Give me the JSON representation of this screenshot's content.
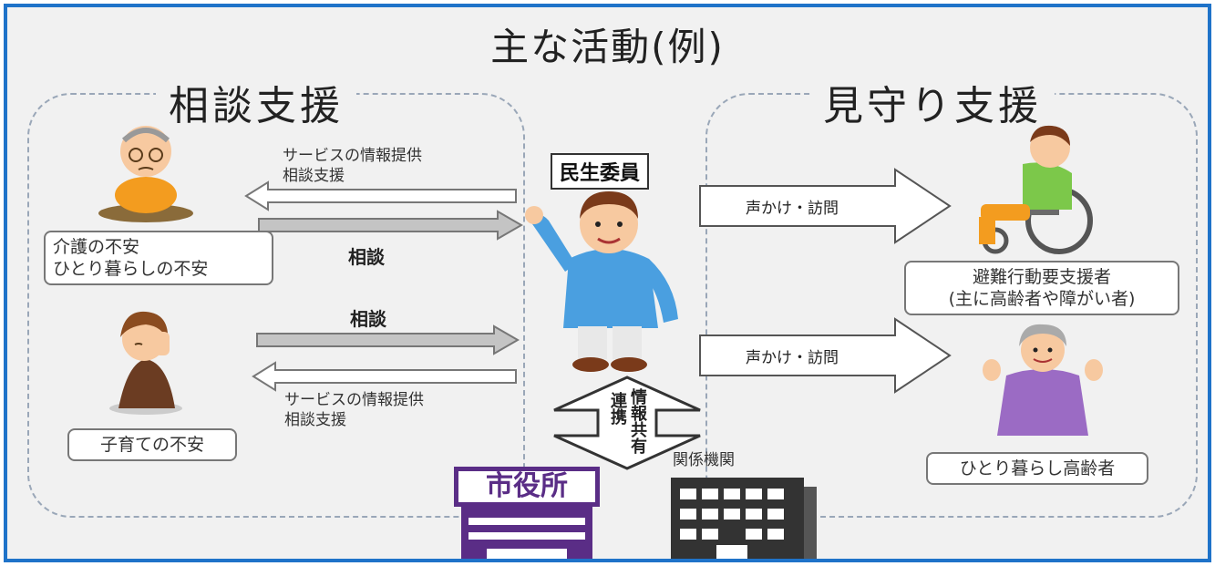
{
  "title": "主な活動(例)",
  "sections": {
    "left": "相談支援",
    "right": "見守り支援"
  },
  "center": {
    "role": "民生委員"
  },
  "left_panel": {
    "top_arrow_text_1": "サービスの情報提供",
    "top_arrow_text_2": "相談支援",
    "top_consult": "相談",
    "elderly_label_1": "介護の不安",
    "elderly_label_2": "ひとり暮らしの不安",
    "bottom_consult": "相談",
    "bottom_arrow_text_1": "サービスの情報提供",
    "bottom_arrow_text_2": "相談支援",
    "parent_label": "子育ての不安"
  },
  "right_panel": {
    "top_arrow_label": "声かけ・訪問",
    "wheelchair_label_1": "避難行動要支援者",
    "wheelchair_label_2": "(主に高齢者や障がい者)",
    "bottom_arrow_label": "声かけ・訪問",
    "elderly_woman_label": "ひとり暮らし高齢者"
  },
  "bottom": {
    "link_left": "連携",
    "link_right": "情報共有",
    "city_hall": "市役所",
    "agencies": "関係機関"
  },
  "colors": {
    "frame": "#1f73c9",
    "city_hall": "#5a2d86",
    "building": "#333333",
    "shirt": "#4a9fe0",
    "elderly_woman_dress": "#9b6bc4",
    "wheelchair_shirt": "#7cc84a"
  }
}
